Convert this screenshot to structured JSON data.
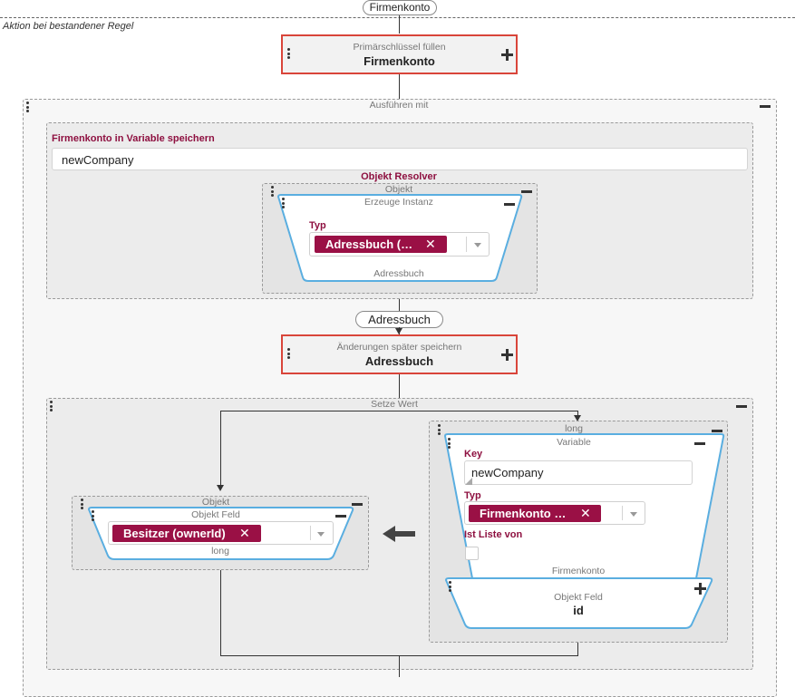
{
  "top": {
    "pill_label": "Firmenkonto",
    "rule_caption": "Aktion bei bestandener Regel"
  },
  "step1": {
    "subtitle": "Primärschlüssel füllen",
    "title": "Firmenkonto"
  },
  "execute_with": {
    "caption": "Ausführen mit",
    "variable_block": {
      "label": "Firmenkonto in Variable speichern",
      "value": "newCompany",
      "resolver_label": "Objekt Resolver",
      "object_caption": "Objekt",
      "instance": {
        "caption": "Erzeuge Instanz",
        "type_label": "Typ",
        "type_tag": "Adressbuch (…",
        "footer": "Adressbuch"
      }
    }
  },
  "middle_pill": "Adressbuch",
  "step2": {
    "subtitle": "Änderungen später speichern",
    "title": "Adressbuch"
  },
  "set_value": {
    "caption": "Setze Wert",
    "left": {
      "caption": "Objekt",
      "field_caption": "Objekt Feld",
      "tag": "Besitzer (ownerId)",
      "footer": "long"
    },
    "right": {
      "caption": "long",
      "variable_caption": "Variable",
      "key_label": "Key",
      "key_value": "newCompany",
      "type_label": "Typ",
      "type_tag": "Firmenkonto …",
      "list_label": "Ist Liste von",
      "footer": "Firmenkonto",
      "field_caption": "Objekt Feld",
      "field_value": "id"
    }
  },
  "colors": {
    "accent_red_border": "#d9453a",
    "tag_bg": "#9a1045",
    "label_red": "#8e1040",
    "blue_outline": "#5aaee0"
  },
  "icons": {
    "drag": "vertical-dots-icon",
    "collapse": "minus-icon",
    "expand": "plus-icon",
    "remove": "close-icon",
    "dropdown": "caret-down-icon",
    "assign": "arrow-left-icon"
  }
}
